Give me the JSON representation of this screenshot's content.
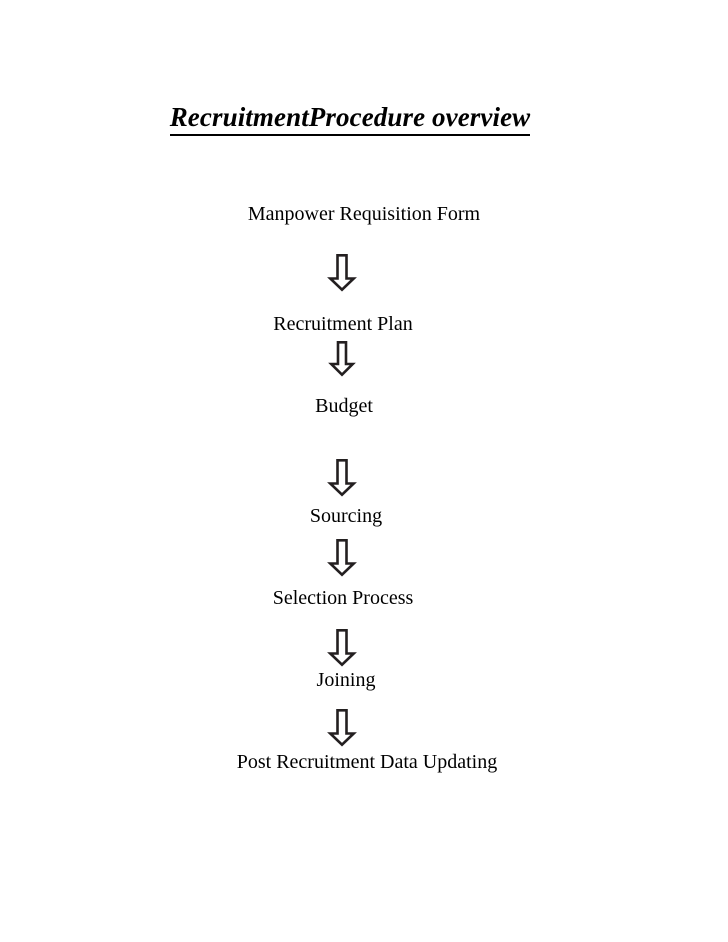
{
  "document": {
    "title": "RecruitmentProcedure overview",
    "background_color": "#ffffff",
    "text_color": "#000000"
  },
  "flow": {
    "arrow_icon_name": "down-block-arrow-icon",
    "arrow_color": "#231f20",
    "arrow_fill": "#ffffff",
    "steps": [
      {
        "label": "Manpower Requisition Form"
      },
      {
        "label": "Recruitment Plan"
      },
      {
        "label": "Budget"
      },
      {
        "label": "Sourcing"
      },
      {
        "label": "Selection Process"
      },
      {
        "label": "Joining"
      },
      {
        "label": "Post Recruitment Data Updating"
      }
    ],
    "arrow_count": 6
  }
}
